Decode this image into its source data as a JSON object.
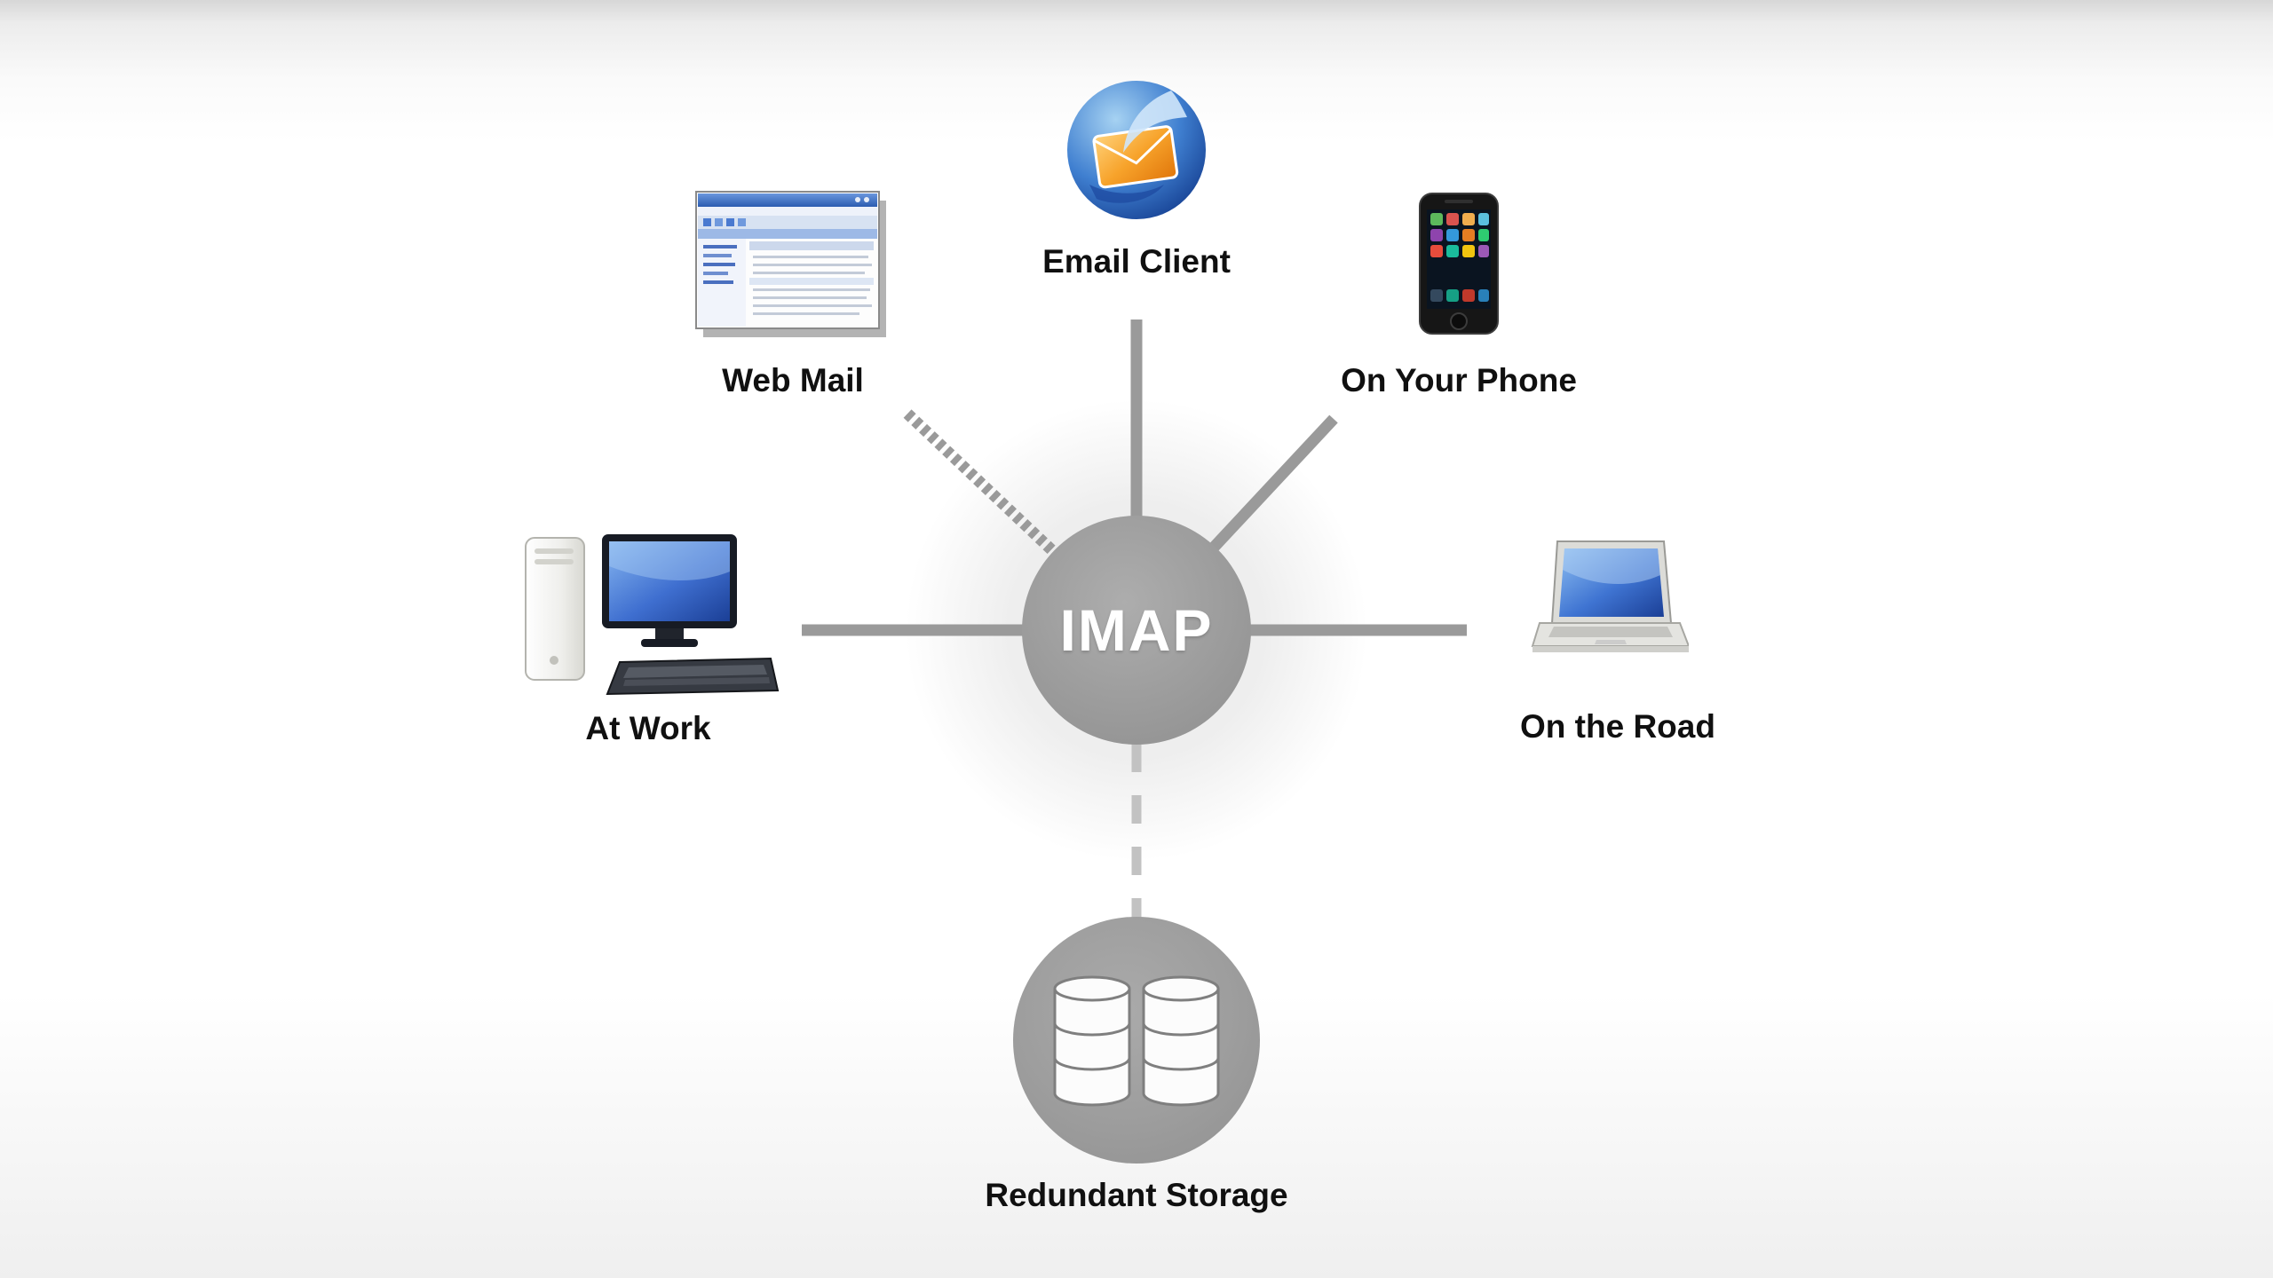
{
  "diagram": {
    "hub": {
      "label": "IMAP"
    },
    "nodes": {
      "email_client": {
        "label": "Email Client",
        "icon": "thunderbird-icon",
        "position": "top"
      },
      "web_mail": {
        "label": "Web Mail",
        "icon": "browser-window-icon",
        "position": "upper-left"
      },
      "on_your_phone": {
        "label": "On Your Phone",
        "icon": "iphone-icon",
        "position": "upper-right"
      },
      "at_work": {
        "label": "At Work",
        "icon": "desktop-computer-icon",
        "position": "left"
      },
      "on_the_road": {
        "label": "On the Road",
        "icon": "laptop-icon",
        "position": "right"
      },
      "redundant_storage": {
        "label": "Redundant Storage",
        "icon": "database-icon",
        "position": "bottom"
      }
    },
    "links": [
      {
        "from": "imap",
        "to": "email_client",
        "style": "solid"
      },
      {
        "from": "imap",
        "to": "web_mail",
        "style": "textured"
      },
      {
        "from": "imap",
        "to": "on_your_phone",
        "style": "solid"
      },
      {
        "from": "imap",
        "to": "at_work",
        "style": "solid"
      },
      {
        "from": "imap",
        "to": "on_the_road",
        "style": "solid"
      },
      {
        "from": "imap",
        "to": "redundant_storage",
        "style": "dashed"
      }
    ],
    "colors": {
      "hub_fill": "#9a9a9a",
      "connector_solid": "#9a9a9a",
      "connector_dashed": "#c2c2c2",
      "hub_text": "#ffffff",
      "label_text": "#101010"
    }
  }
}
